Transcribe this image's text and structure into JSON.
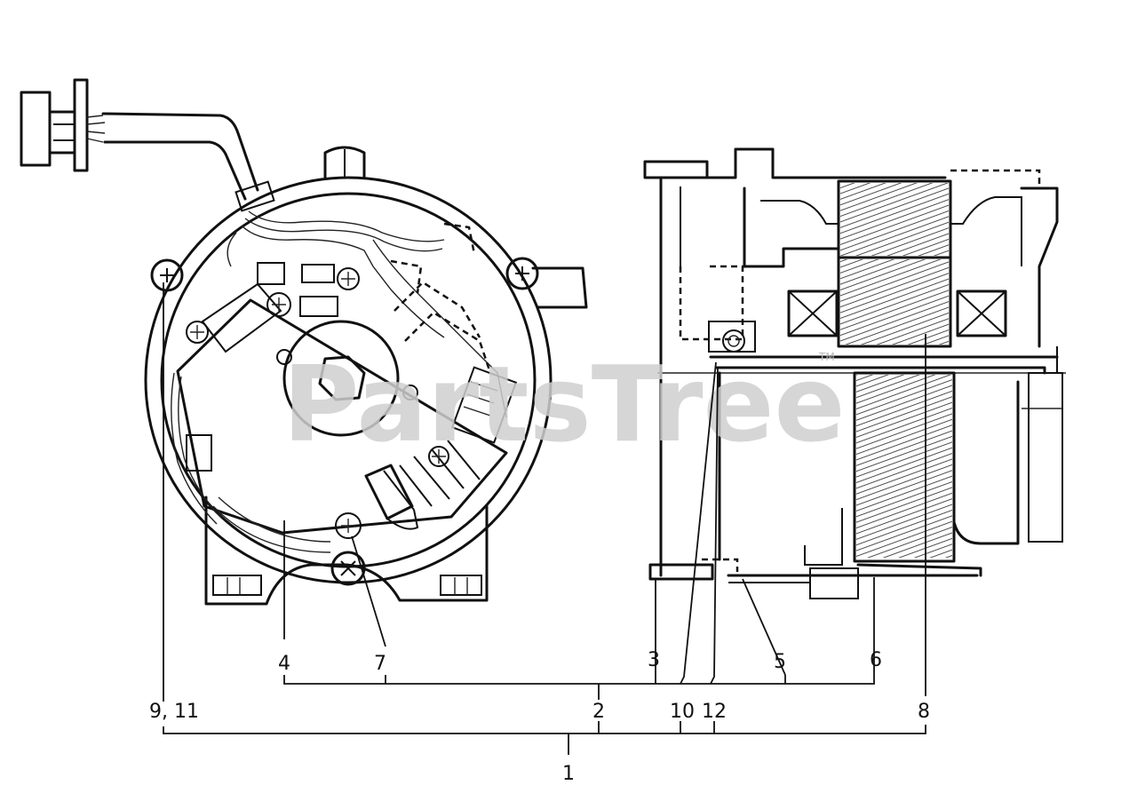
{
  "watermark": {
    "text": "PartsTree",
    "trademark": "TM"
  },
  "callouts": {
    "c1": "1",
    "c2": "2",
    "c3": "3",
    "c4": "4",
    "c5": "5",
    "c6": "6",
    "c7": "7",
    "c8": "8",
    "c9_11": "9, 11",
    "c10": "10",
    "c12": "12"
  }
}
